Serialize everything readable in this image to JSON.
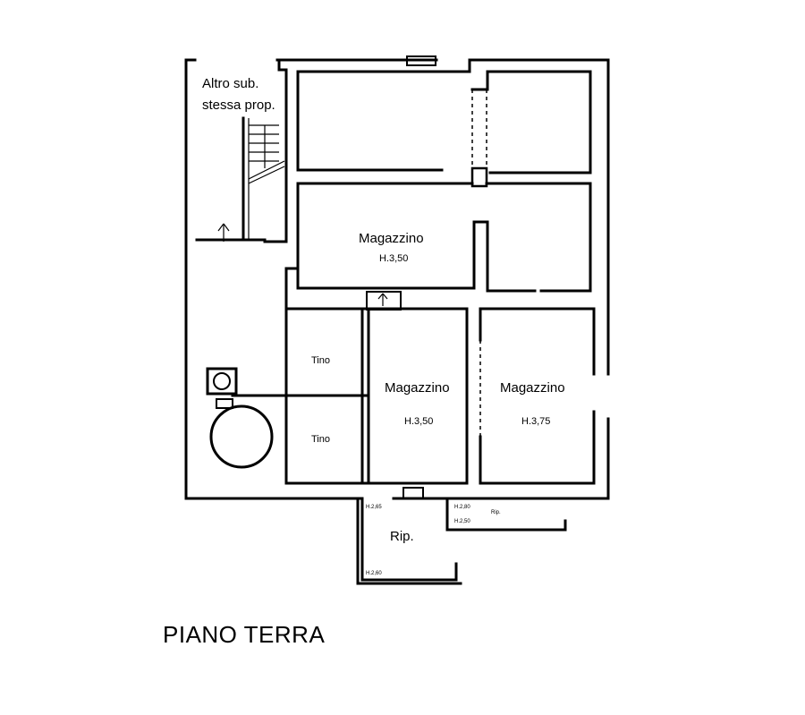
{
  "title": "PIANO TERRA",
  "labels": {
    "altro_sub_line1": "Altro sub.",
    "altro_sub_line2": "stessa prop.",
    "magazzino_top": "Magazzino",
    "magazzino_top_h": "H.3,50",
    "tino_1": "Tino",
    "tino_2": "Tino",
    "magazzino_center": "Magazzino",
    "magazzino_center_h": "H.3,50",
    "magazzino_right": "Magazzino",
    "magazzino_right_h": "H.3,75",
    "rip_left": "Rip.",
    "rip_left_h_top": "H.2,65",
    "rip_left_h_bottom": "H.2,60",
    "rip_right": "Rip.",
    "rip_right_h_top": "H.2,80",
    "rip_right_h_bottom": "H.2,50"
  }
}
